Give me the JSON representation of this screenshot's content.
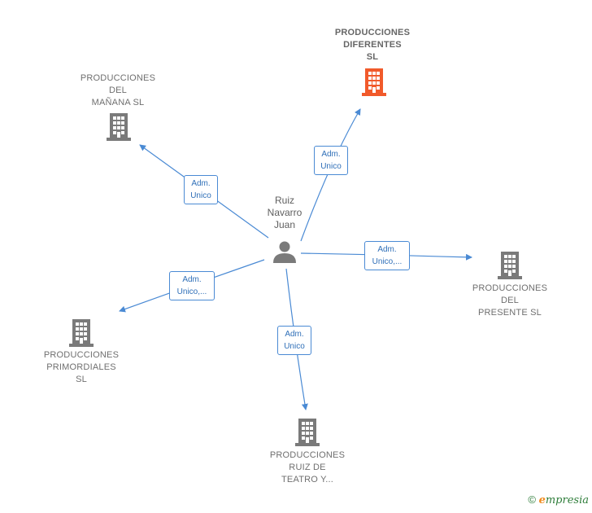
{
  "person": {
    "name": "Ruiz\nNavarro\nJuan",
    "icon": "person-icon"
  },
  "companies": [
    {
      "id": "diferentes",
      "name": "PRODUCCIONES\nDIFERENTES\nSL",
      "icon": "building-icon",
      "color": "#f15a2b",
      "highlight": true
    },
    {
      "id": "manana",
      "name": "PRODUCCIONES\nDEL\nMAÑANA  SL",
      "icon": "building-icon",
      "color": "#7a7a7a",
      "highlight": false
    },
    {
      "id": "presente",
      "name": "PRODUCCIONES\nDEL\nPRESENTE SL",
      "icon": "building-icon",
      "color": "#7a7a7a",
      "highlight": false
    },
    {
      "id": "primordiales",
      "name": "PRODUCCIONES\nPRIMORDIALES\nSL",
      "icon": "building-icon",
      "color": "#7a7a7a",
      "highlight": false
    },
    {
      "id": "ruiz",
      "name": "PRODUCCIONES\nRUIZ DE\nTEATRO Y...",
      "icon": "building-icon",
      "color": "#7a7a7a",
      "highlight": false
    }
  ],
  "relations": [
    {
      "to": "diferentes",
      "label": "Adm.\nUnico"
    },
    {
      "to": "manana",
      "label": "Adm.\nUnico"
    },
    {
      "to": "presente",
      "label": "Adm.\nUnico,..."
    },
    {
      "to": "primordiales",
      "label": "Adm.\nUnico,..."
    },
    {
      "to": "ruiz",
      "label": "Adm.\nUnico"
    }
  ],
  "footer": {
    "copyright": "©",
    "brand_first": "e",
    "brand_rest": "mpresia"
  },
  "colors": {
    "edge": "#4a8ad4",
    "node": "#7a7a7a",
    "accent": "#f15a2b"
  }
}
